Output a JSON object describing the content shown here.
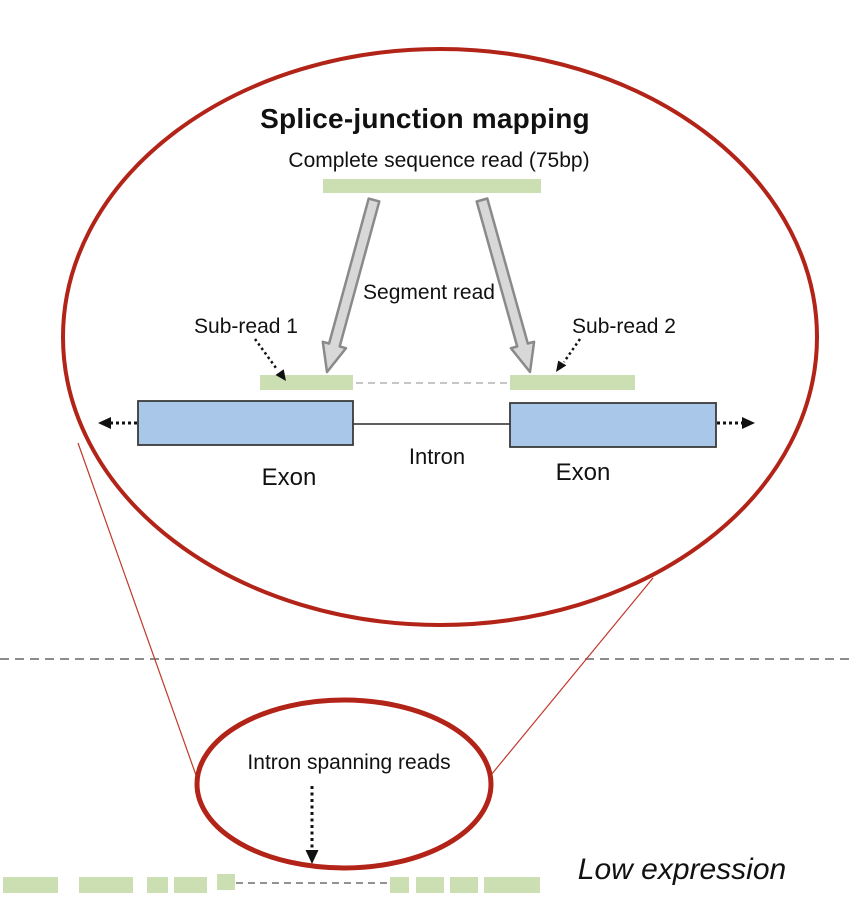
{
  "diagram": {
    "title": "Splice-junction mapping",
    "labels": {
      "complete_read": "Complete sequence read (75bp)",
      "segment_read": "Segment read",
      "subread1": "Sub-read 1",
      "subread2": "Sub-read 2",
      "exon_left": "Exon",
      "exon_right": "Exon",
      "intron": "Intron",
      "intron_spanning": "Intron spanning reads",
      "low_expression": "Low expression"
    },
    "colors": {
      "ellipse_red": "#b22318",
      "connector_red": "#c0392b",
      "read_green": "#cbdfb2",
      "exon_blue": "#a9c7e8",
      "exon_border": "#3a3a3a",
      "arrow_gray_fill": "#d8d8d8",
      "arrow_gray_stroke": "#8a8a8a",
      "dashed_gray": "#8c8c8c",
      "gap_dash_gray": "#b3b3b3",
      "split_dash_gray": "#6f6f6f",
      "intron_line": "#4a4a4a",
      "text_black": "#111111"
    }
  }
}
